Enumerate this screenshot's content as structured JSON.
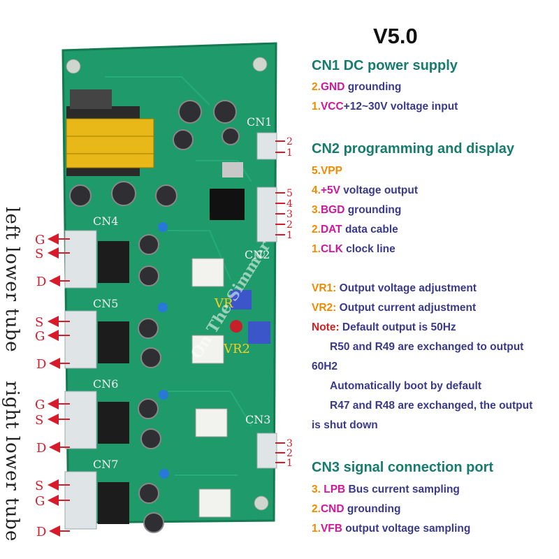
{
  "version": "V5.0",
  "side_labels": {
    "left": "left lower tube",
    "right": "right lower tube"
  },
  "board": {
    "watermark": "On The Simmer",
    "labels": {
      "cn1": "CN1",
      "cn2": "CN2",
      "cn3": "CN3",
      "cn4": "CN4",
      "cn5": "CN5",
      "cn6": "CN6",
      "cn7": "CN7",
      "vr1": "VR",
      "vr2": "VR2"
    },
    "cn1_pins": [
      "2",
      "1"
    ],
    "cn2_pins": [
      "5",
      "4",
      "3",
      "2",
      "1"
    ],
    "cn3_pins": [
      "3",
      "2",
      "1"
    ],
    "gate_groups": [
      {
        "top": "G",
        "mid": "S",
        "bot": "D"
      },
      {
        "top": "S",
        "mid": "G",
        "bot": "D"
      },
      {
        "top": "G",
        "mid": "S",
        "bot": "D"
      },
      {
        "top": "S",
        "mid": "G",
        "bot": "D"
      }
    ],
    "colors": {
      "pcb": "#1f9a6a",
      "pcb_dark": "#157a52",
      "transformer": "#e8b818",
      "capacitor": "#2e2e33",
      "connector": "#dfe4e6",
      "pin_marker": "#d81b2b"
    }
  },
  "cn1": {
    "title": "CN1 DC power supply",
    "items": [
      {
        "num": "2.",
        "key": "GND",
        "text": " grounding"
      },
      {
        "num": "1.",
        "key": "VCC",
        "text": "+12~30V voltage input"
      }
    ]
  },
  "cn2": {
    "title": "CN2 programming and display",
    "items": [
      {
        "num": "5.",
        "key": "VPP",
        "text": ""
      },
      {
        "num": "4.",
        "key": "+5V",
        "text": " voltage output"
      },
      {
        "num": "3.",
        "key": "BGD",
        "text": " grounding"
      },
      {
        "num": "2.",
        "key": "DAT",
        "text": " data cable"
      },
      {
        "num": "1.",
        "key": "CLK",
        "text": " clock line"
      }
    ]
  },
  "notes": {
    "vr1_key": "VR1:",
    "vr1_text": " Output voltage adjustment",
    "vr2_key": "VR2:",
    "vr2_text": " Output current adjustment",
    "note_key": "Note:",
    "note_text": " Default output is 50Hz",
    "line1": "R50 and R49 are exchanged to output",
    "line2": "60H2",
    "line3": "Automatically boot by default",
    "line4": "R47 and R48 are exchanged,  the output",
    "line5": "is shut down"
  },
  "cn3": {
    "title": "CN3 signal connection port",
    "items": [
      {
        "num": "3. ",
        "key": "LPB",
        "text": " Bus current sampling"
      },
      {
        "num": "2.",
        "key": "CND",
        "text": " grounding"
      },
      {
        "num": "1.",
        "key": "VFB",
        "text": " output voltage sampling"
      }
    ]
  }
}
